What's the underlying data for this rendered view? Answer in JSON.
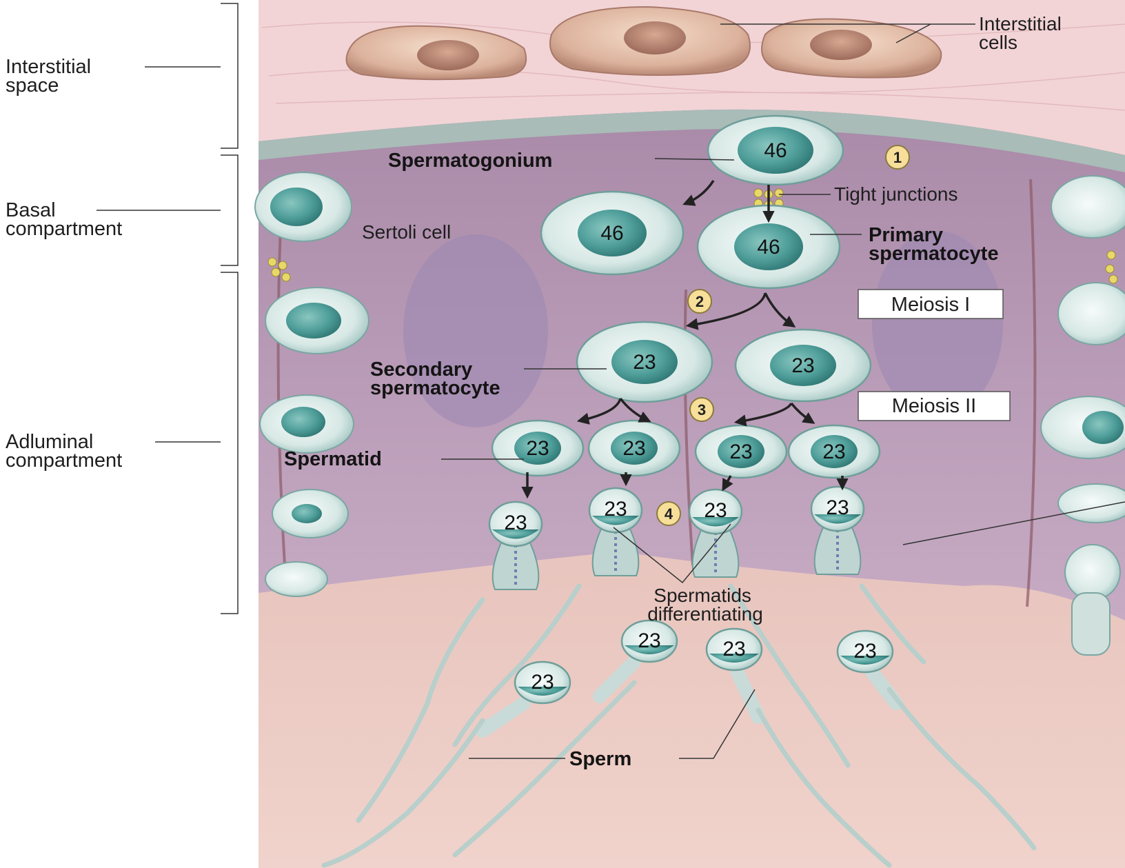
{
  "labels": {
    "interstitial_space": [
      "Interstitial",
      "space"
    ],
    "basal_compartment": [
      "Basal",
      "compartment"
    ],
    "adluminal_compartment": [
      "Adluminal",
      "compartment"
    ],
    "interstitial_cells": [
      "Interstitial",
      "cells"
    ],
    "spermatogonium": "Spermatogonium",
    "tight_junctions": "Tight junctions",
    "sertoli_cell": "Sertoli cell",
    "primary_spermatocyte": [
      "Primary",
      "spermatocyte"
    ],
    "meiosis_1": "Meiosis I",
    "secondary_spermatocyte": [
      "Secondary",
      "spermatocyte"
    ],
    "meiosis_2": "Meiosis II",
    "spermatid": "Spermatid",
    "spermatids_differentiating": [
      "Spermatids",
      "differentiating"
    ],
    "sperm": "Sperm"
  },
  "chromosome_counts": {
    "spermatogonium": "46",
    "basal_left": "46",
    "primary": "46",
    "secondary_left": "23",
    "secondary_right": "23",
    "spermatid_1": "23",
    "spermatid_2": "23",
    "spermatid_3": "23",
    "spermatid_4": "23",
    "diff_1": "23",
    "diff_2": "23",
    "diff_3": "23",
    "diff_4": "23",
    "sperm_1": "23",
    "sperm_2": "23",
    "sperm_3": "23",
    "sperm_4": "23"
  },
  "steps": [
    "1",
    "2",
    "3",
    "4"
  ],
  "colors": {
    "interstitial_tissue": "#f2d4d6",
    "sertoli": "#bfa3bf",
    "lumen": "#e9c6bf",
    "cell_outer": "#e3eeec",
    "nucleus": "#4f9e9a",
    "step_badge": "#f7df9a",
    "interstitial_cell": "#dcb29c"
  }
}
